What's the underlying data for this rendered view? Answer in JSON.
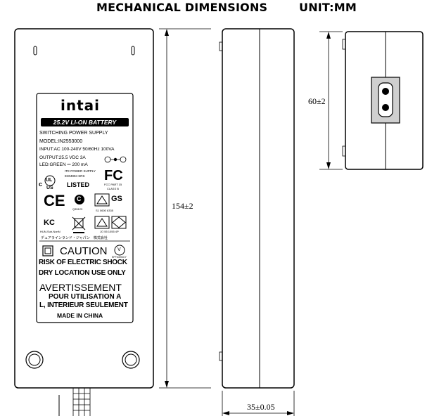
{
  "header": {
    "title": "MECHANICAL DIMENSIONS",
    "unit": "UNIT:MM"
  },
  "dimensions": {
    "length": "154±2",
    "width": "60±2",
    "thickness": "35±0.05"
  },
  "label": {
    "brand": "intai",
    "battery_type": "25.2V LI-ON BATTERY",
    "product": "SWITCHING POWER SUPPLY",
    "model": "MODEL:IN2553000",
    "input": "INPUT:AC 100-240V 50/60Hz 100VA",
    "output": "OUTPUT:25.5 VDC 3A",
    "led": "LED:GREEN ⎓ 200 mA",
    "ul_line1": "ITE POWER SUPPLY",
    "ul_line2": "E304994 SRS",
    "ul_c": "c",
    "ul_us": "US",
    "ul_listed": "LISTED",
    "ul_mark": "UL",
    "fcc_mark": "FC",
    "fcc_note1": "FCC PART 15",
    "fcc_note2": "CLASS B",
    "ce_mark": "CE",
    "cmark": "C",
    "cmark_code": "Q35123",
    "tuv_code": "S1 0600 6335",
    "gs_mark": "GS",
    "kc_mark": "KC",
    "kc_note": "HUN-Sub-NonN",
    "pse_code": "JO 55 1055 4P",
    "jp_line": "デュアラインランド・ジャパン　株式会社",
    "caution": "CAUTION",
    "efficiency": "V",
    "efficiency_label": "EFFICIENCY",
    "risk": "RISK OF ELECTRIC SHOCK",
    "dry": "DRY LOCATION USE ONLY",
    "avert": "AVERTISSEMENT",
    "pour": "POUR UTILISATION A",
    "interieur": "L, INTERIEUR SEULEMENT",
    "made": "MADE IN CHINA"
  }
}
